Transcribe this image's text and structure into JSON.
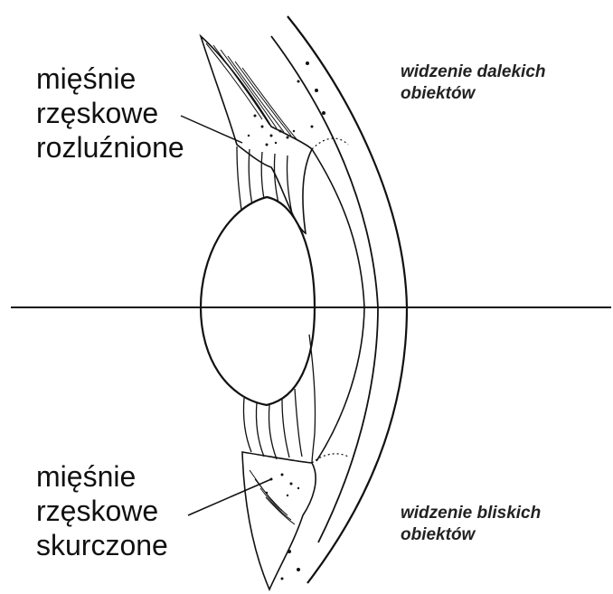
{
  "labels": {
    "relaxed": [
      "mięśnie",
      "rzęskowe",
      "rozluźnione"
    ],
    "contracted": [
      "mięśnie",
      "rzęskowe",
      "skurczone"
    ]
  },
  "captions": {
    "far": [
      "widzenie dalekich",
      "obiektów"
    ],
    "near": [
      "widzenie bliskich",
      "obiektów"
    ]
  },
  "colors": {
    "ink": "#111111",
    "background": "#ffffff"
  }
}
